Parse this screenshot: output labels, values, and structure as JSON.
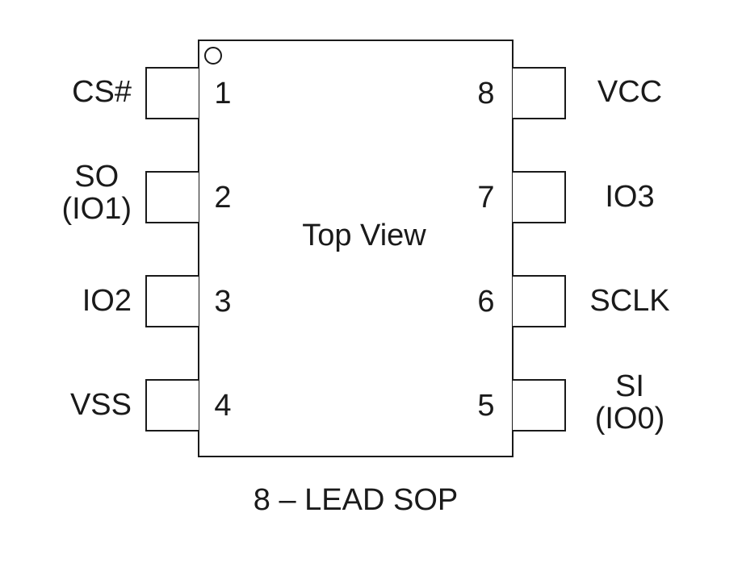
{
  "chip": {
    "center_label": "Top View",
    "package_label": "8 – LEAD SOP"
  },
  "pins": {
    "left": [
      {
        "number": "1",
        "label_lines": [
          "CS#"
        ]
      },
      {
        "number": "2",
        "label_lines": [
          "SO",
          "(IO1)"
        ]
      },
      {
        "number": "3",
        "label_lines": [
          "IO2"
        ]
      },
      {
        "number": "4",
        "label_lines": [
          "VSS"
        ]
      }
    ],
    "right": [
      {
        "number": "8",
        "label_lines": [
          "VCC"
        ]
      },
      {
        "number": "7",
        "label_lines": [
          "IO3"
        ]
      },
      {
        "number": "6",
        "label_lines": [
          "SCLK"
        ]
      },
      {
        "number": "5",
        "label_lines": [
          "SI",
          "(IO0)"
        ]
      }
    ]
  }
}
